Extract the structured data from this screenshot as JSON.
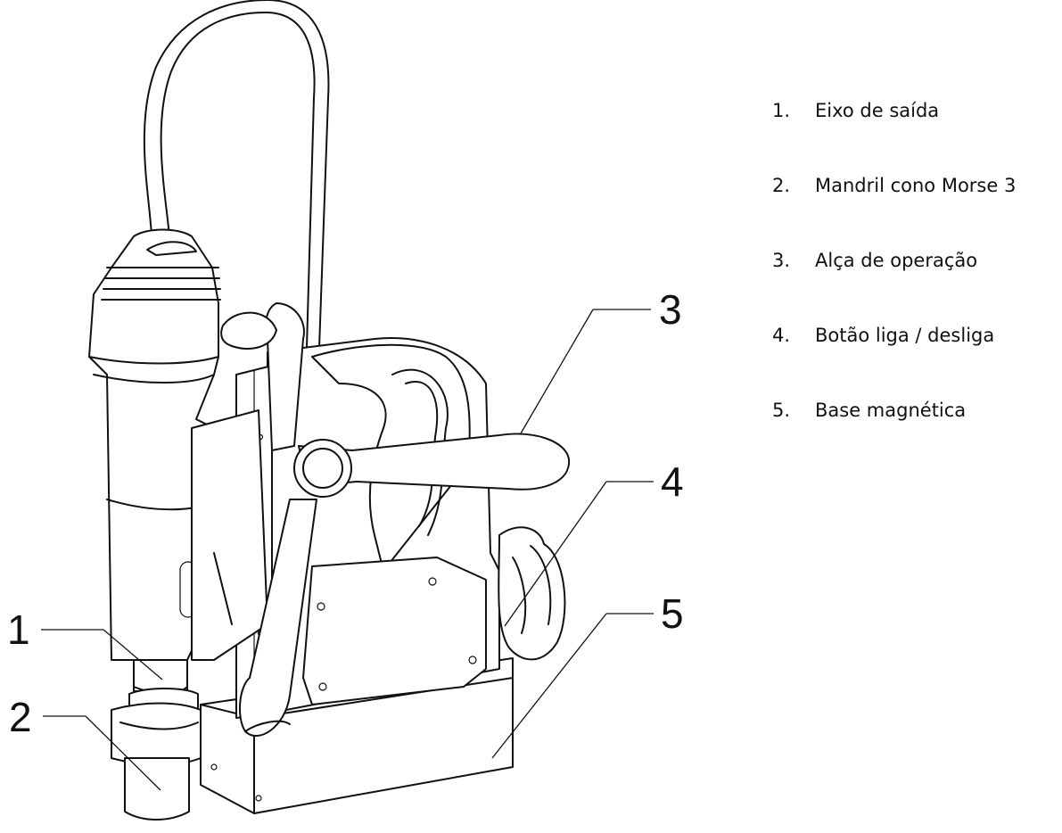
{
  "callouts": [
    {
      "num": "1",
      "label": "Eixo de saída"
    },
    {
      "num": "2",
      "label": "Mandril cono Morse 3"
    },
    {
      "num": "3",
      "label": "Alça de operação"
    },
    {
      "num": "4",
      "label": "Botão liga / desliga"
    },
    {
      "num": "5",
      "label": "Base magnética"
    }
  ],
  "legend": [
    {
      "num": "1.",
      "label": "Eixo de saída"
    },
    {
      "num": "2.",
      "label": "Mandril cono Morse 3"
    },
    {
      "num": "3.",
      "label": "Alça de operação"
    },
    {
      "num": "4.",
      "label": "Botão liga / desliga"
    },
    {
      "num": "5.",
      "label": "Base magnética"
    }
  ]
}
